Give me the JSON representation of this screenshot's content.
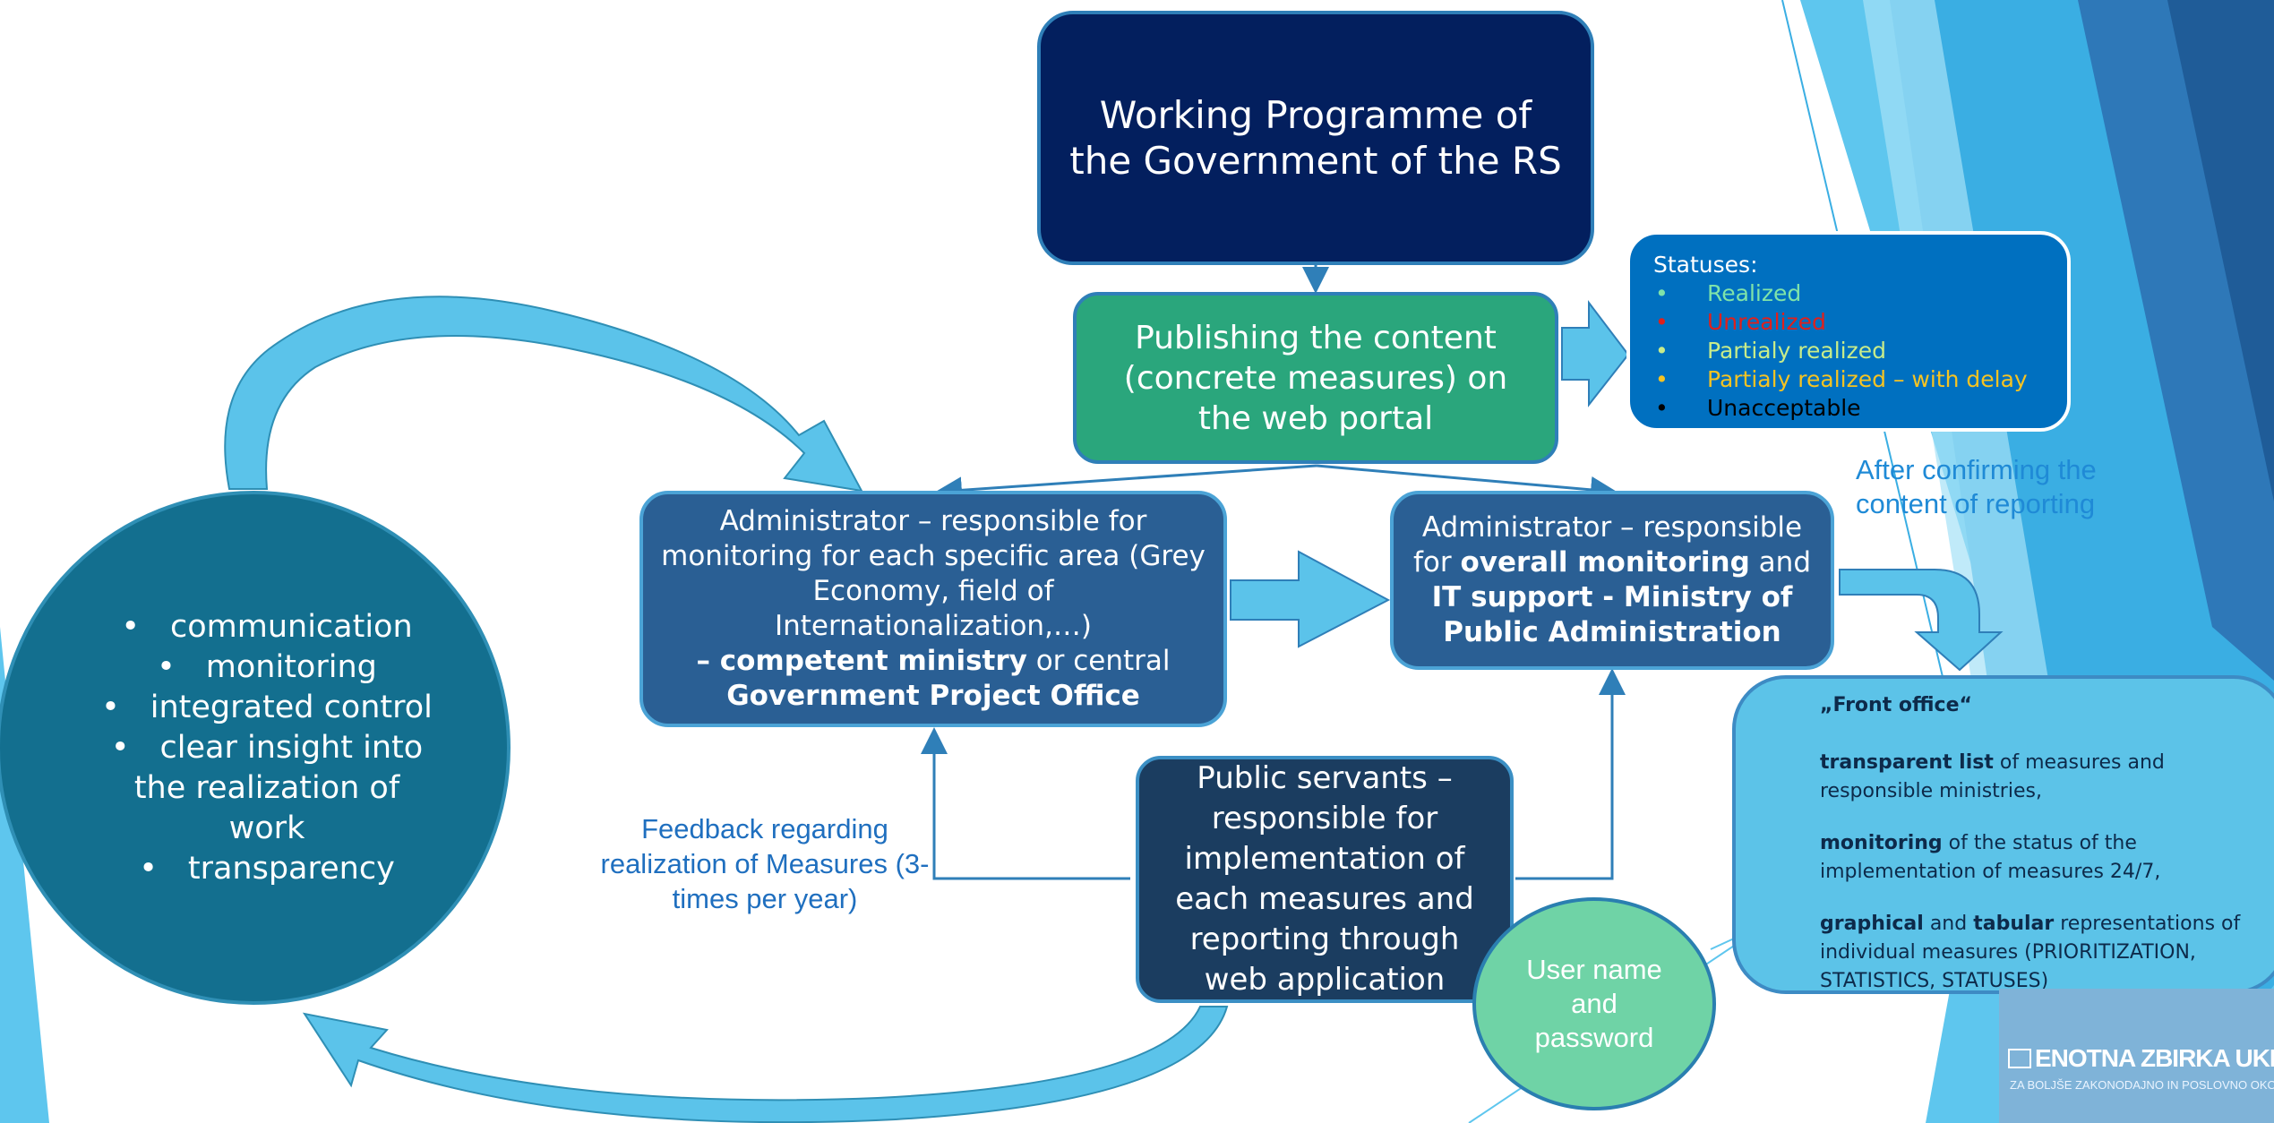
{
  "main_title": "Working Programme of the Government of the RS",
  "publishing": "Publishing the content (concrete measures) on the web portal",
  "statuses": {
    "title": "Statuses:",
    "items": [
      {
        "label": "Realized",
        "color": "#7fe3a9"
      },
      {
        "label": "Unrealized",
        "color": "#e0201c"
      },
      {
        "label": "Partialy realized",
        "color": "#c8ec8a"
      },
      {
        "label": "Partialy realized – with delay",
        "color": "#f6c322"
      },
      {
        "label": "Unacceptable",
        "color": "#000000"
      }
    ]
  },
  "after_confirming": "After confirming the content of reporting",
  "admin_area": {
    "line1": "Administrator – responsible for monitoring for each specific area (Grey Economy, field of Internationalization,…)",
    "dash": "– ",
    "bold1": "competent ministry",
    "mid": " or central ",
    "bold2": "Government Project Office"
  },
  "admin_overall": {
    "t1": "Administrator – responsible for ",
    "b1": "overall monitoring",
    "t2": " and ",
    "b2": "IT support - Ministry of Public Administration"
  },
  "public_servants": "Public servants – responsible for implementation of each measures and reporting through web application",
  "feedback": "Feedback regarding realization of Measures (3-times per year)",
  "circle_items": [
    "communication",
    "monitoring",
    "integrated control",
    "clear insight into the realization of work",
    "transparency"
  ],
  "user_password": "User name and password",
  "front_office": {
    "title": "„Front office“",
    "p1_bold": "transparent list",
    "p1_rest": " of measures and responsible ministries,",
    "p2_bold": "monitoring",
    "p2_rest": " of the status of the implementation of measures 24/7,",
    "p3_bold1": "graphical",
    "p3_and": " and ",
    "p3_bold2": "tabular",
    "p3_rest": " representations of individual measures (PRIORITIZATION, STATISTICS, STATUSES)"
  },
  "logo": {
    "name": "ENOTNA ZBIRKA UKREPOV",
    "tagline": "ZA BOLJŠE ZAKONODAJNO IN POSLOVNO OKOLJE"
  },
  "colors": {
    "navy": "#031f5e",
    "green": "#2aa67c",
    "admin_blue": "#2a5f94",
    "status_blue": "#0070c0",
    "arrow": "#5bc3ea",
    "circle": "#136f8f",
    "user_green": "#6fd3a6"
  }
}
